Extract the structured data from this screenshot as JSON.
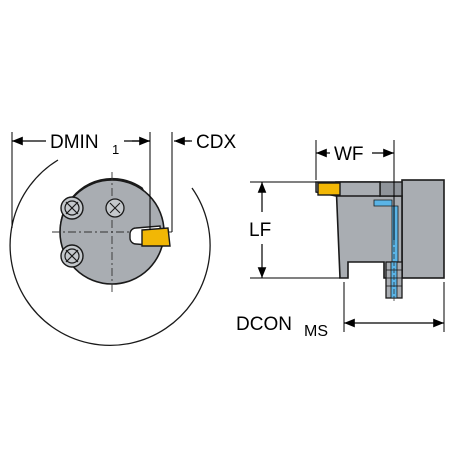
{
  "labels": {
    "dmin": "DMIN",
    "dmin_sub": "1",
    "cdx": "CDX",
    "wf": "WF",
    "lf": "LF",
    "dcon": "DCON",
    "dcon_sub": "MS"
  },
  "colors": {
    "body_gray": "#a9adb2",
    "body_dark": "#8f949a",
    "outline": "#1a1a1a",
    "insert_yellow": "#f2b705",
    "coolant_blue": "#5ab4e6",
    "background": "#ffffff"
  }
}
